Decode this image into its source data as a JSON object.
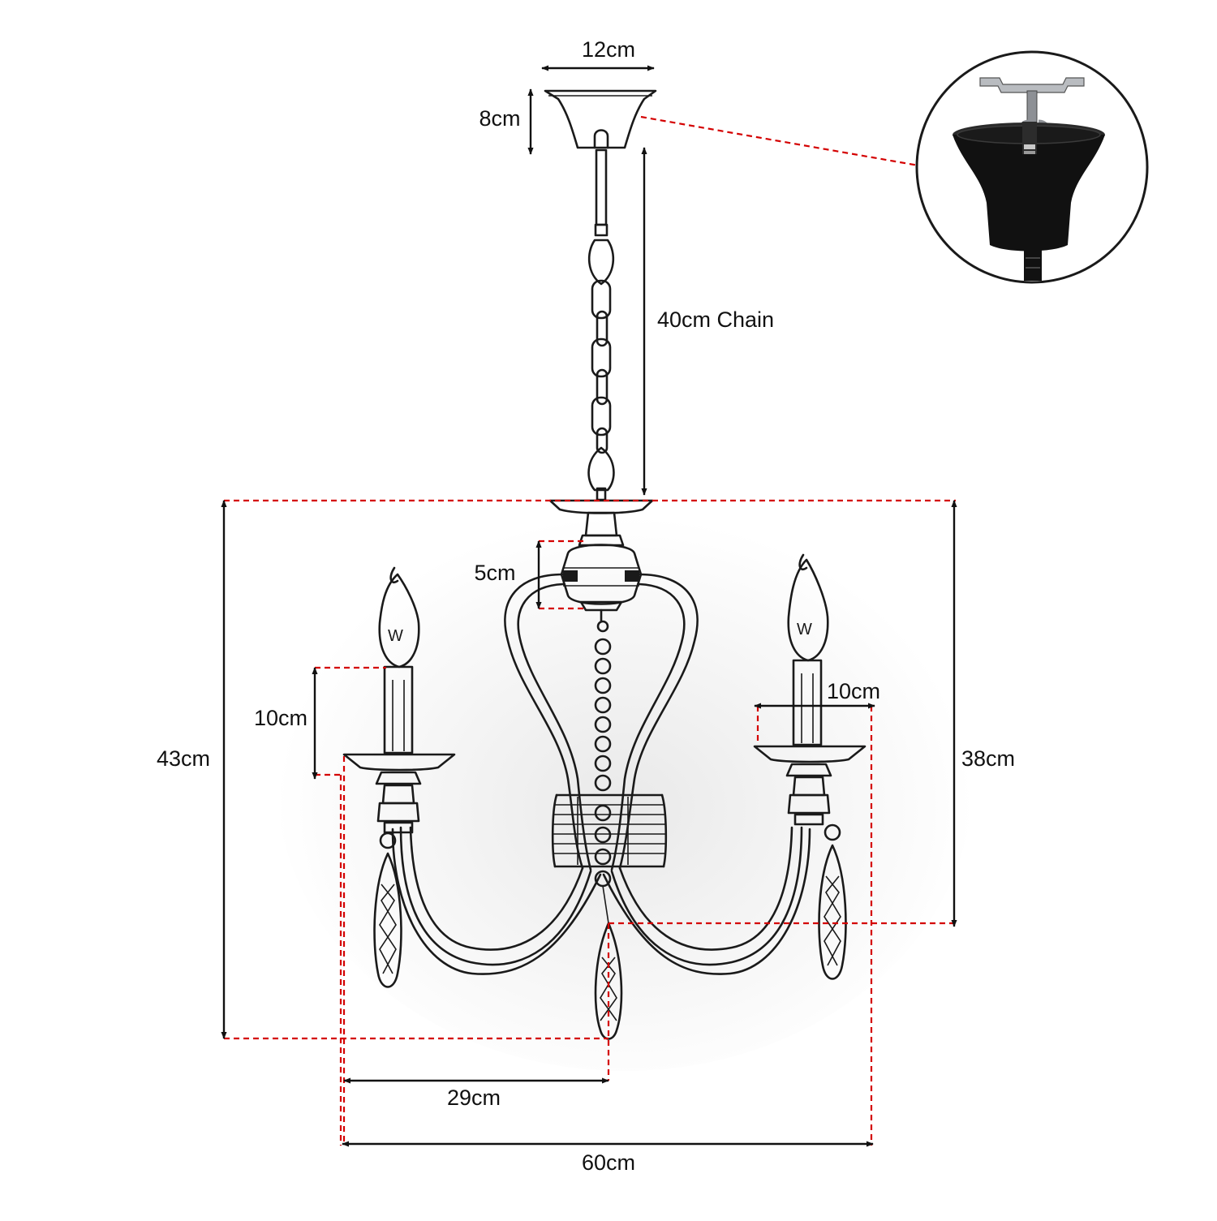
{
  "colors": {
    "line_art": "#1a1a1a",
    "guide_line": "#d40000",
    "dimension_text": "#111111",
    "canopy_photo_fill": "#111111",
    "hook_metal": "#b9bcc0"
  },
  "icons": {
    "inset": "ceiling-canopy-hook-photo-icon",
    "product": "three-arm-candle-chandelier-line-drawing-icon"
  },
  "dimensions": {
    "canopy_width": "12cm",
    "canopy_height": "8cm",
    "chain_length": "40cm Chain",
    "center_body_height": "5cm",
    "candle_height_left": "10cm",
    "cup_width_right": "10cm",
    "total_height": "43cm",
    "height_to_arm_bottom": "38cm",
    "center_to_side": "29cm",
    "total_width": "60cm"
  }
}
